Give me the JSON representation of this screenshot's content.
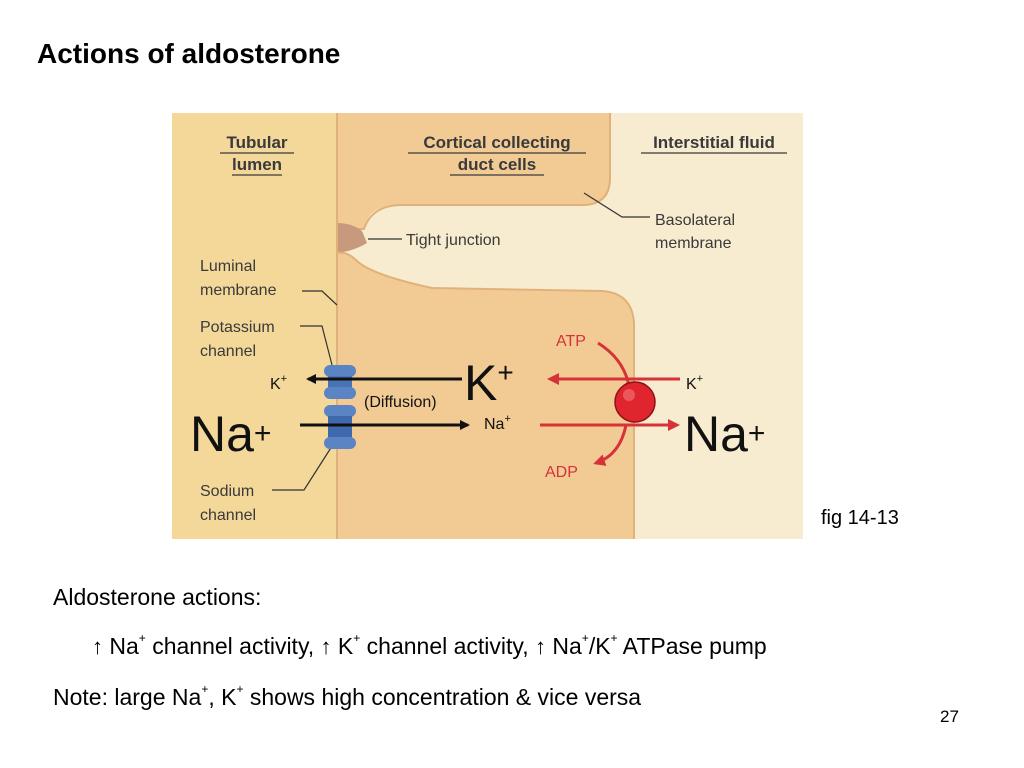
{
  "slide": {
    "title": "Actions of aldosterone",
    "figure_caption": "fig 14-13",
    "page_number": "27"
  },
  "diagram": {
    "headers": {
      "tubular_lumen_line1": "Tubular",
      "tubular_lumen_line2": "lumen",
      "cortical_line1": "Cortical collecting",
      "cortical_line2": "duct cells",
      "interstitial": "Interstitial fluid"
    },
    "labels": {
      "basolateral_line1": "Basolateral",
      "basolateral_line2": "membrane",
      "tight_junction": "Tight junction",
      "luminal_line1": "Luminal",
      "luminal_line2": "membrane",
      "potassium_line1": "Potassium",
      "potassium_line2": "channel",
      "sodium_line1": "Sodium",
      "sodium_line2": "channel",
      "diffusion": "(Diffusion)",
      "atp": "ATP",
      "adp": "ADP",
      "k_large": "K",
      "k_large_charge": "+",
      "k_small_left": "K",
      "k_small_left_charge": "+",
      "k_small_right": "K",
      "k_small_right_charge": "+",
      "na_large_left": "Na",
      "na_large_left_charge": "+",
      "na_large_right": "Na",
      "na_large_right_charge": "+",
      "na_small": "Na",
      "na_small_charge": "+"
    },
    "colors": {
      "lumen": "#f3d89a",
      "cell": "#f2cb94",
      "interstitial": "#f8ecd0",
      "channel": "#5b84c4",
      "pump": "#e0252e",
      "red_arrow": "#d6323a",
      "tight_junction": "#c79a7e"
    }
  },
  "text": {
    "line1": "Aldosterone actions:",
    "line2": {
      "arrow1": "↑",
      "na": " Na",
      "na_sup": "+",
      "part1": " channel activity, ",
      "arrow2": "↑",
      "k": " K",
      "k_sup": "+",
      "part2": " channel activity, ",
      "arrow3": "↑",
      "na2": " Na",
      "na2_sup": "+",
      "slash_k": "/K",
      "k2_sup": "+",
      "part3": " ATPase pump"
    },
    "line3": {
      "prefix": "Note: large Na",
      "na_sup": "+",
      "comma_k": ", K",
      "k_sup": "+",
      "suffix": " shows high concentration & vice versa"
    }
  }
}
